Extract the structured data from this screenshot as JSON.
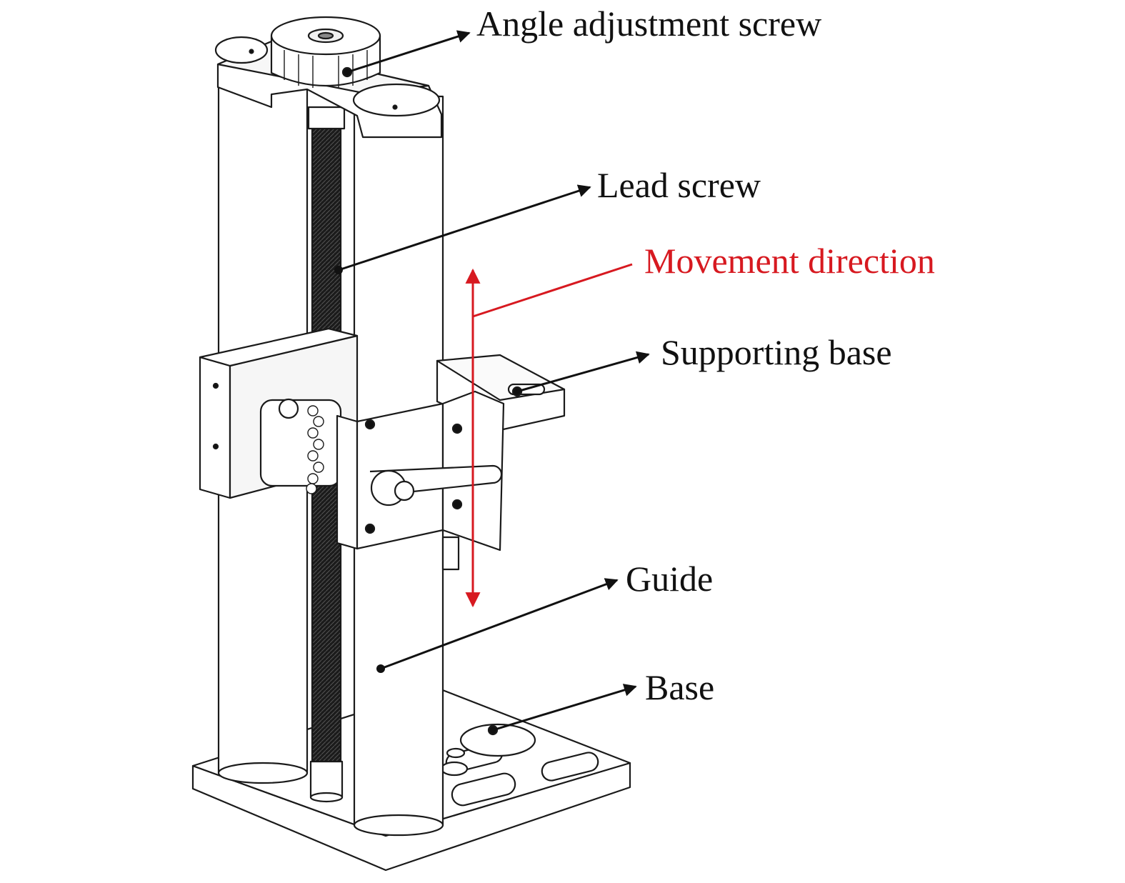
{
  "labels": {
    "angle_adjustment_screw": "Angle adjustment screw",
    "lead_screw": "Lead screw",
    "movement_direction": "Movement direction",
    "supporting_base": "Supporting base",
    "guide": "Guide",
    "base": "Base"
  },
  "colors": {
    "line": "#1a1a1a",
    "pointer": "#111111",
    "accent": "#d71920",
    "fill": "#ffffff",
    "screw_dark": "#1b1b1b"
  },
  "icons": {
    "pointer_head": "filled-triangle-arrowhead",
    "anchor": "filled-dot",
    "double_arrow": "double-headed-arrow"
  }
}
